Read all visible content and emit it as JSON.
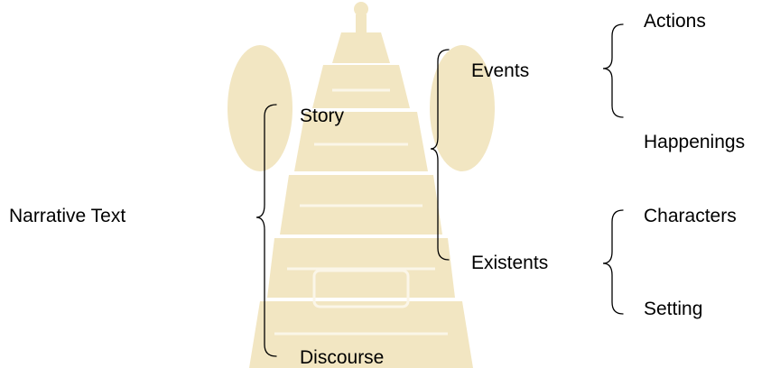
{
  "diagram": {
    "root": "Narrative Text",
    "branches": [
      {
        "label": "Story",
        "children": [
          {
            "label": "Events",
            "children": [
              "Actions",
              "Happenings"
            ]
          },
          {
            "label": "Existents",
            "children": [
              "Characters",
              "Setting"
            ]
          }
        ]
      },
      {
        "label": "Discourse",
        "children": []
      }
    ]
  },
  "labels": {
    "root": "Narrative Text",
    "story": "Story",
    "discourse": "Discourse",
    "events": "Events",
    "existents": "Existents",
    "actions": "Actions",
    "happenings": "Happenings",
    "characters": "Characters",
    "setting": "Setting"
  },
  "colors": {
    "text": "#000000",
    "brackets": "#000000",
    "watermark": "#f2e6c2"
  }
}
